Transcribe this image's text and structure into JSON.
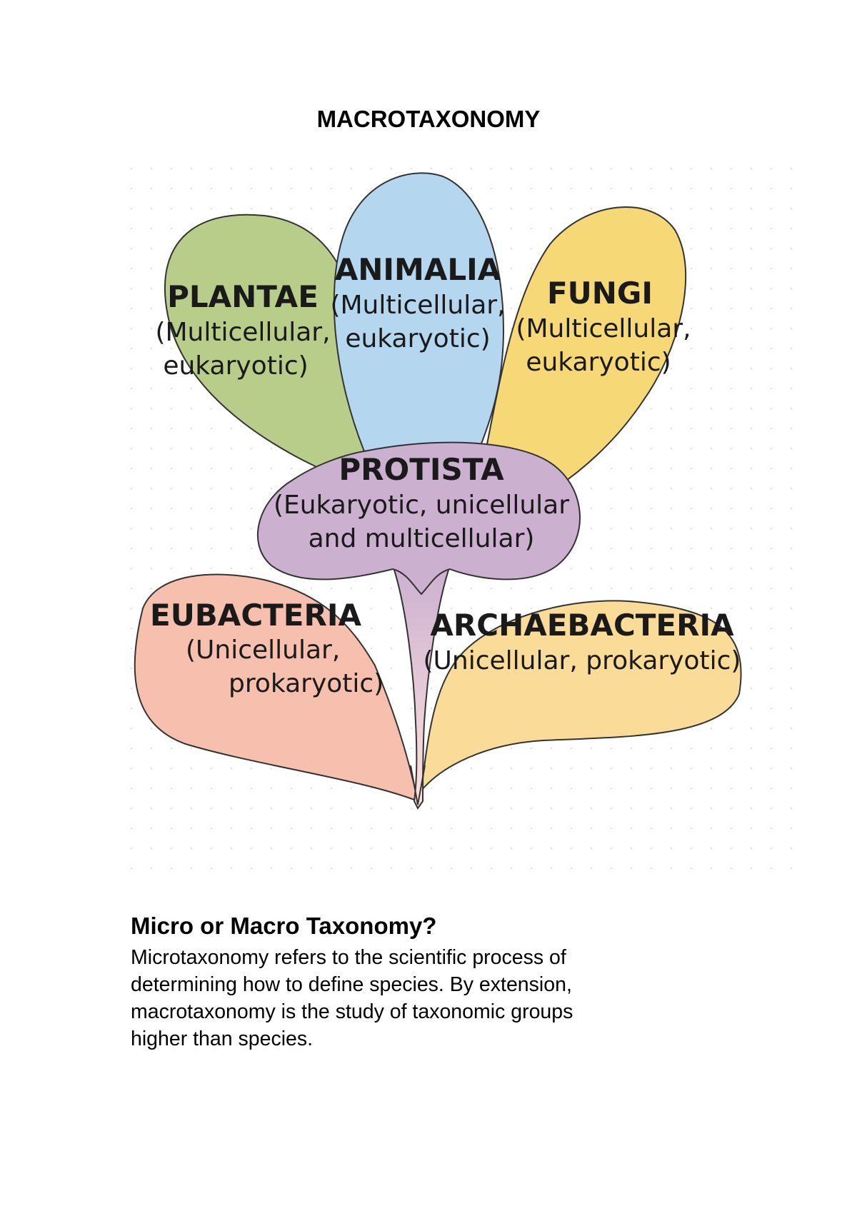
{
  "document": {
    "title": "MACROTAXONOMY",
    "figure": {
      "kind": "taxonomy-petal-diagram",
      "petals": [
        {
          "id": "plantae",
          "title": "PLANTAE",
          "lines": [
            "(Multicellular,",
            "eukaryotic)"
          ],
          "color": "#b8cd8a"
        },
        {
          "id": "animalia",
          "title": "ANIMALIA",
          "lines": [
            "(Multicellular,",
            "eukaryotic)"
          ],
          "color": "#b4d6ee"
        },
        {
          "id": "fungi",
          "title": "FUNGI",
          "lines": [
            "(Multicellular,",
            "eukaryotic)"
          ],
          "color": "#f7d877"
        },
        {
          "id": "protista",
          "title": "PROTISTA",
          "lines": [
            "(Eukaryotic, unicellular",
            "and multicellular)"
          ],
          "color": "#ccb0d0"
        },
        {
          "id": "eubacteria",
          "title": "EUBACTERIA",
          "lines": [
            "(Unicellular,",
            "prokaryotic)"
          ],
          "color": "#f6bfae"
        },
        {
          "id": "archaebacteria",
          "title": "ARCHAEBACTERIA",
          "lines": [
            "(Unicellular, prokaryotic)"
          ],
          "color": "#fbdb98"
        }
      ]
    },
    "section": {
      "heading": "Micro or Macro Taxonomy?",
      "body_lines": [
        "Microtaxonomy refers to the scientific process of",
        "determining how to define species. By extension,",
        "macrotaxonomy is the study of taxonomic groups",
        "higher than species."
      ]
    }
  }
}
